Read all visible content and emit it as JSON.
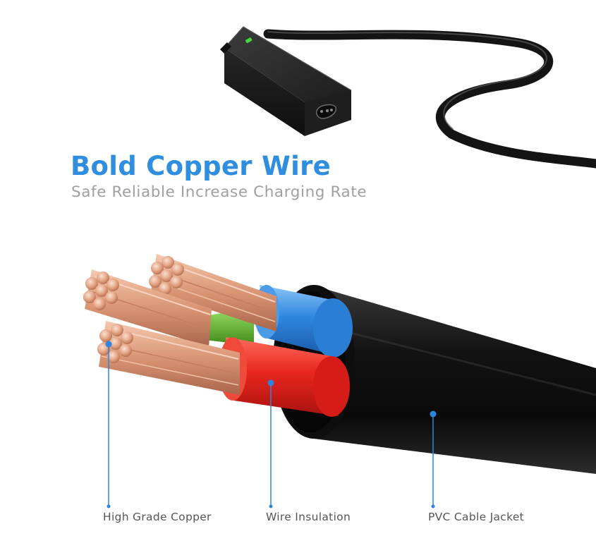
{
  "headline": "Bold Copper Wire",
  "subheadline": "Safe Reliable Increase Charging Rate",
  "callouts": {
    "copper": "High Grade Copper",
    "insulation": "Wire Insulation",
    "jacket": "PVC Cable Jacket"
  },
  "colors": {
    "headline": "#2f8ee0",
    "subheadline": "#a0a0a0",
    "callout_text": "#555555",
    "callout_line": "#2f84df",
    "copper": "#d99573",
    "insulation_red": "#e8261f",
    "insulation_blue": "#2f87e0",
    "insulation_green": "#5ab423",
    "jacket": "#151515",
    "power_led": "#47d840"
  },
  "icons": {
    "adapter": "power-adapter-icon",
    "led": "power-led-icon",
    "port": "dc-port-icon"
  }
}
